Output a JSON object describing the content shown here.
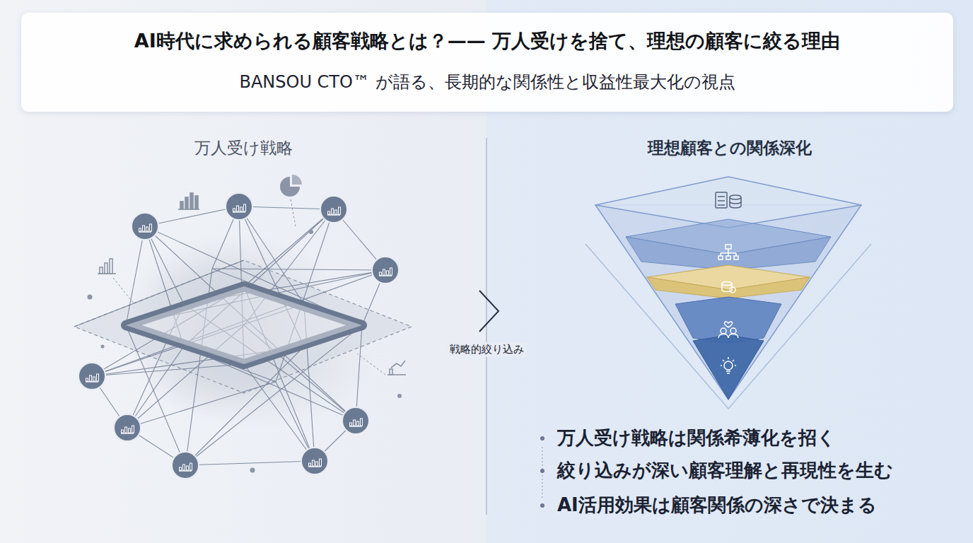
{
  "diagram": {
    "title": "AI時代に求められる顧客戦略とは？—— 万人受けを捨て、理想の顧客に絞る理由",
    "nodes": [
      {
        "text": [
          "万人受け戦略"
        ]
      },
      {
        "text": [
          "理想顧客との関係深化"
        ]
      }
    ],
    "labels": [
      "BANSOU CTO™ が語る、長期的な関係性と収益性最大化の視点",
      "戦略的絞り込み",
      "万人受け戦略は関係希薄化を招く",
      "絞り込みが深い顧客理解と再現性を生む",
      "AI活用効果は顧客関係の深さで決まる"
    ]
  }
}
